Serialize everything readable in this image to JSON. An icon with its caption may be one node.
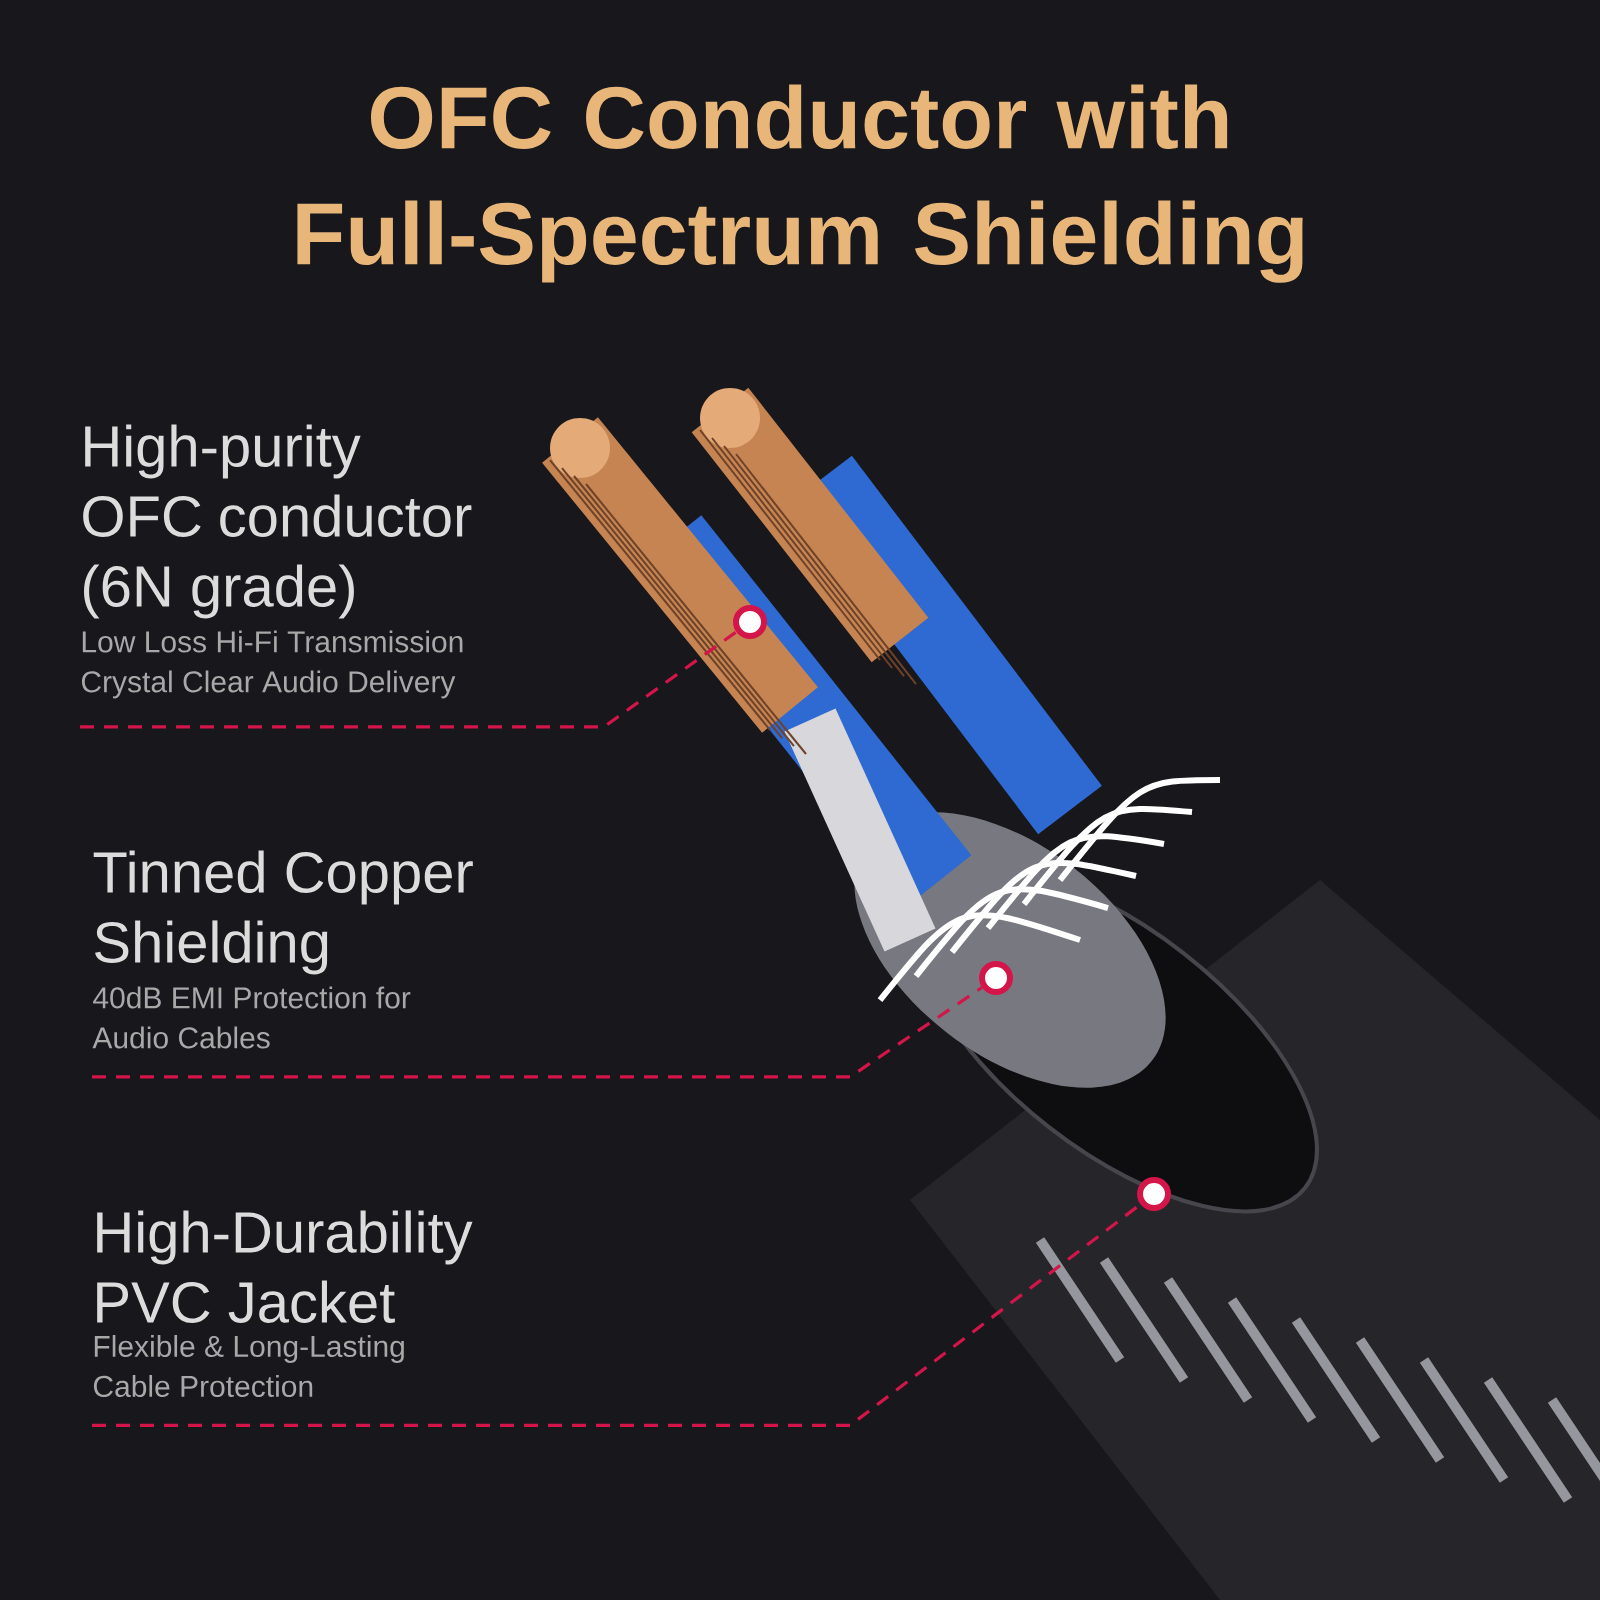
{
  "diagram": {
    "title": "OFC Conductor with Full-Spectrum Shielding",
    "nodes": [
      {
        "text": [
          "High-purity OFC conductor (6N grade)",
          "Low Loss Hi-Fi Transmission Crystal Clear Audio Delivery"
        ]
      },
      {
        "text": [],
        "shape": "circle"
      },
      {
        "text": [
          "Tinned Copper Shielding",
          "40dB EMI Protection for Audio Cables"
        ]
      },
      {
        "text": [],
        "shape": "circle"
      },
      {
        "text": [
          "High-Durability PVC Jacket",
          "Flexible & Long-Lasting Cable Protection"
        ]
      },
      {
        "text": [],
        "shape": "circle"
      }
    ],
    "edges": [
      {
        "from": 0,
        "to": 1,
        "arrow": "none",
        "style": "dashed"
      },
      {
        "from": 2,
        "to": 3,
        "arrow": "none",
        "style": "dashed"
      },
      {
        "from": 4,
        "to": 5,
        "arrow": "none",
        "style": "dashed"
      }
    ]
  }
}
